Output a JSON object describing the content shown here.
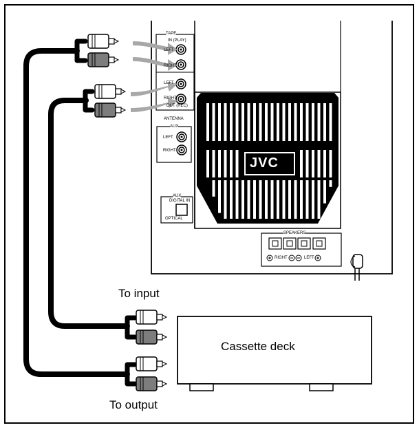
{
  "labels": {
    "to_input": "To input",
    "to_output": "To output",
    "cassette_deck": "Cassette deck",
    "brand": "JVC"
  },
  "panel": {
    "tape": "TAPE",
    "in_play": "IN (PLAY)",
    "left": "LEFT",
    "right": "RIGHT",
    "out_rec": "OUT (REC)",
    "antenna": "ANTENNA",
    "aux": "AUX",
    "digital_in": "DIGITAL IN",
    "optical": "OPTICAL",
    "speakers": "SPEAKERS",
    "right_short": "RIGHT",
    "left_short": "LEFT"
  },
  "colors": {
    "frame": "#000000",
    "grey_plug": "#808080",
    "arrow_grey": "#a8a8a8"
  }
}
